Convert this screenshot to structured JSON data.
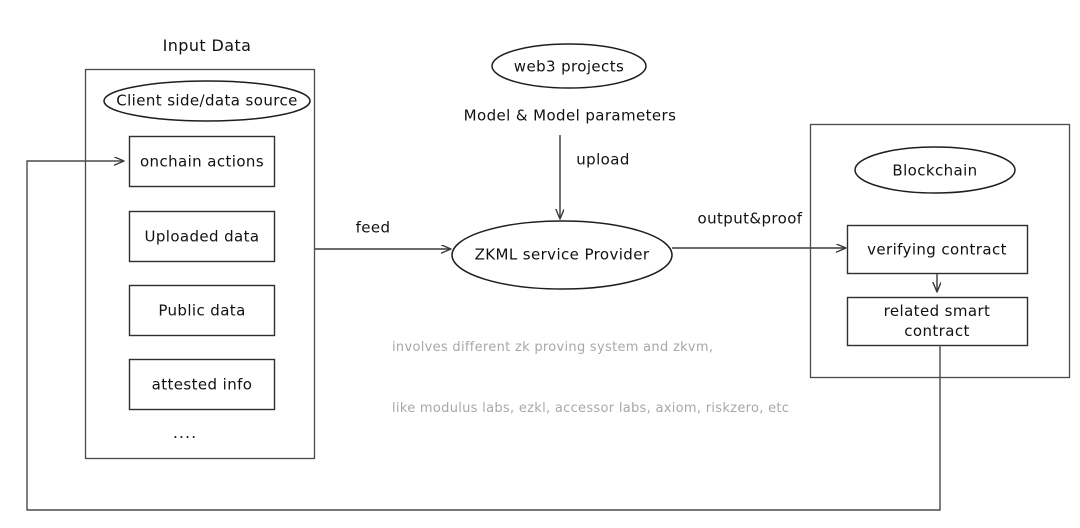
{
  "diagram": {
    "title_left": "Input Data",
    "style": {
      "stroke": "#3a3a3a",
      "text_color": "#111111",
      "caption_color": "#a8a8a8",
      "background": "#ffffff"
    },
    "groups": [
      {
        "id": "input-data-group",
        "title": "Input Data",
        "header_oval": "Client side/data source",
        "items": [
          "onchain actions",
          "Uploaded data",
          "Public data",
          "attested info"
        ],
        "ellipsis": "...."
      },
      {
        "id": "blockchain-group",
        "header_oval": "Blockchain",
        "items": [
          "verifying contract",
          "related smart contract"
        ]
      }
    ],
    "nodes": {
      "web3_projects": "web3 projects",
      "zkml_provider": "ZKML service Provider",
      "client_side": "Client side/data source",
      "blockchain": "Blockchain",
      "onchain_actions": "onchain actions",
      "uploaded_data": "Uploaded data",
      "public_data": "Public data",
      "attested_info": "attested info",
      "ellipsis": "....",
      "verifying_contract": "verifying contract",
      "related_smart_contract": "related smart contract"
    },
    "edge_labels": {
      "model_params": "Model & Model parameters",
      "upload": "upload",
      "feed": "feed",
      "output_proof": "output&proof"
    },
    "caption": {
      "line1": "involves different zk proving system and zkvm,",
      "line2": "like modulus labs, ezkl, accessor labs, axiom, riskzero, etc"
    }
  }
}
